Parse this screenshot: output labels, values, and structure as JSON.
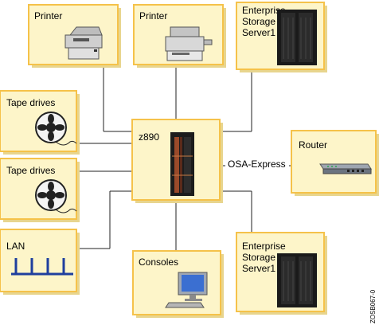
{
  "nodes": {
    "printer1": {
      "label": "Printer"
    },
    "printer2": {
      "label": "Printer"
    },
    "ess_top": {
      "label_lines": [
        "Enterprise",
        "Storage",
        "Server1"
      ]
    },
    "tape1": {
      "label": "Tape drives"
    },
    "z890": {
      "label": "z890"
    },
    "router": {
      "label": "Router"
    },
    "tape2": {
      "label": "Tape drives"
    },
    "lan": {
      "label": "LAN"
    },
    "consoles": {
      "label": "Consoles"
    },
    "ess_bottom": {
      "label_lines": [
        "Enterprise",
        "Storage",
        "Server1"
      ]
    }
  },
  "connections": {
    "osa_label": "OSA-Express"
  },
  "figure_id": "ZOSB067-0",
  "colors": {
    "box_fill": "#fdf5c9",
    "box_border": "#f5c24a",
    "lan_blue": "#1f3f9e"
  },
  "icons": [
    "printer-icon",
    "printer-icon",
    "storage-server-icon",
    "tape-reel-icon",
    "mainframe-icon",
    "router-icon",
    "tape-reel-icon",
    "lan-icon",
    "console-monitor-icon",
    "storage-server-icon"
  ]
}
